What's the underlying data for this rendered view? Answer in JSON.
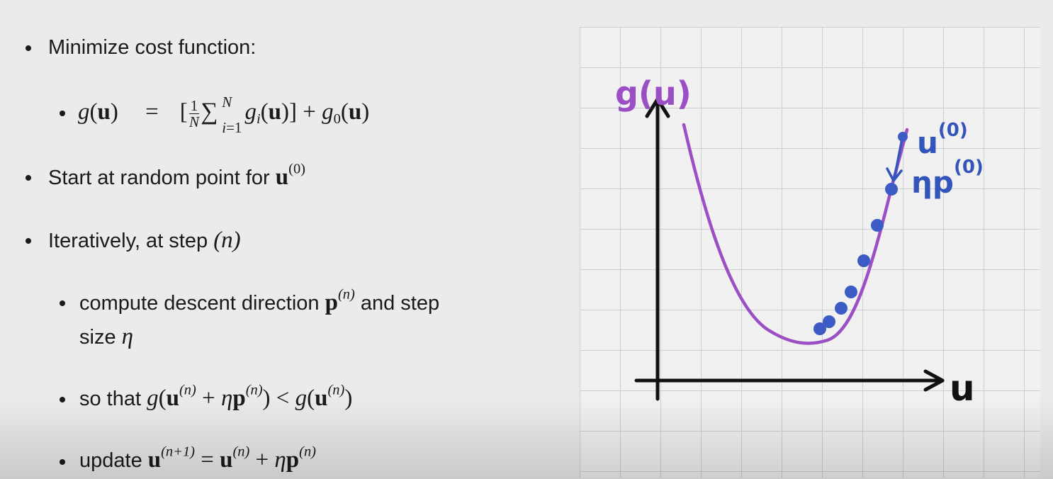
{
  "bullets": {
    "minimize": "Minimize cost function:",
    "start": "Start at random point for",
    "iter": "Iteratively, at step",
    "compute_a": "compute descent direction",
    "compute_b": "and step",
    "compute_c": "size",
    "so_that": "so that",
    "update": "update"
  },
  "math": {
    "g": "g",
    "u": "u",
    "p": "p",
    "eta": "η",
    "N": "N",
    "one": "1",
    "i_eq_1": "i=1",
    "sup0": "(0)",
    "supn": "(n)",
    "supn1": "(n+1)",
    "n_paren": "(n)"
  },
  "board": {
    "y_axis_label": "g(u)",
    "x_axis_label": "u",
    "start_point_label": "u",
    "start_point_sup": "(0)",
    "step_label": "ηp",
    "step_sup": "(0)",
    "colors": {
      "curve": "#9b4fc4",
      "points": "#3d5bc4",
      "ink": "#3355bb",
      "axis": "#111111"
    }
  }
}
